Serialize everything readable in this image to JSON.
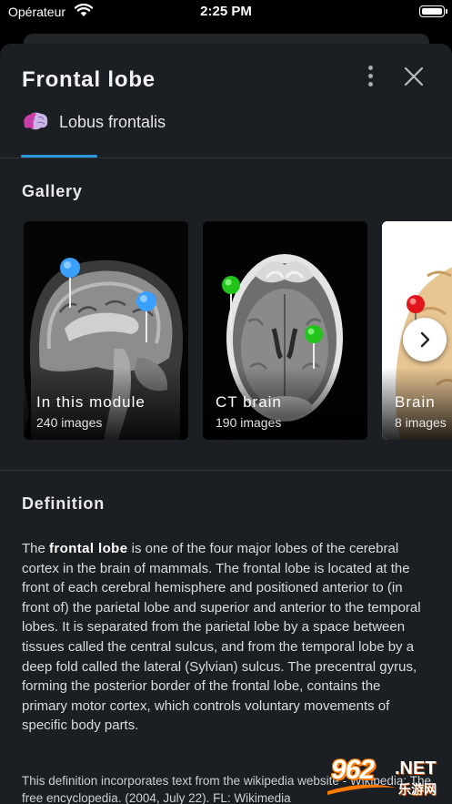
{
  "status_bar": {
    "carrier": "Opérateur",
    "time": "2:25 PM"
  },
  "sheet": {
    "title": "Frontal lobe",
    "subtitle": "Lobus frontalis",
    "icons": {
      "more": "more-vertical-icon",
      "close": "close-icon",
      "structure": "brain-icon",
      "next": "chevron-right-icon"
    },
    "accent_color": "#2c99dd"
  },
  "gallery": {
    "heading": "Gallery",
    "cards": [
      {
        "title": "In this module",
        "count": "240 images",
        "pin_color": "#3aa0ff"
      },
      {
        "title": "CT brain",
        "count": "190 images",
        "pin_color": "#22c41c"
      },
      {
        "title": "Brain",
        "count": "8 images",
        "pin_color": "#e0161c"
      }
    ]
  },
  "definition": {
    "heading": "Definition",
    "lead": "The ",
    "term": "frontal lobe",
    "body": " is one of the four major lobes of the cerebral cortex in the brain of mammals. The frontal lobe is located at the front of each cerebral hemisphere and positioned anterior to (in front of) the parietal lobe and superior and anterior to the temporal lobes. It is separated from the parietal lobe by a space between tissues called the central sulcus, and from the temporal lobe by a deep fold called the lateral (Sylvian) sulcus. The precentral gyrus, forming the posterior border of the frontal lobe, contains the primary motor cortex, which controls voluntary movements of specific body parts.",
    "attribution": "This definition incorporates text from the wikipedia website - Wikipedia: The free encyclopedia. (2004, July 22). FL: Wikimedia"
  },
  "watermark": {
    "number": "962",
    "suffix": ".NET",
    "chinese": "乐游网"
  }
}
